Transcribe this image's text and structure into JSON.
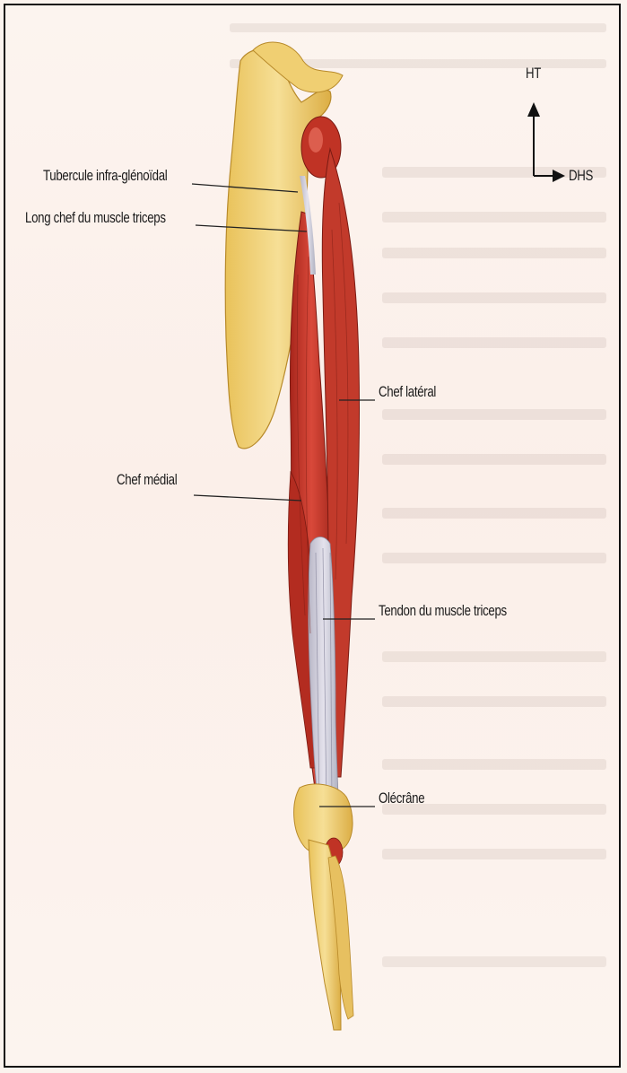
{
  "figure": {
    "labels": {
      "tubercule": "Tubercule infra-glénoïdal",
      "long_chef": "Long chef du muscle triceps",
      "chef_lateral": "Chef latéral",
      "chef_medial": "Chef médial",
      "tendon": "Tendon du muscle triceps",
      "olecrane": "Olécrâne"
    },
    "orientation": {
      "up": "HT",
      "right": "DHS"
    }
  },
  "colors": {
    "background": "#fbf3ee",
    "bone": "#f2d27a",
    "muscle": "#c83a2a",
    "tendon": "#c9c9d6",
    "leader_line": "#222222"
  },
  "icons": [
    "orientation-arrows-icon"
  ]
}
